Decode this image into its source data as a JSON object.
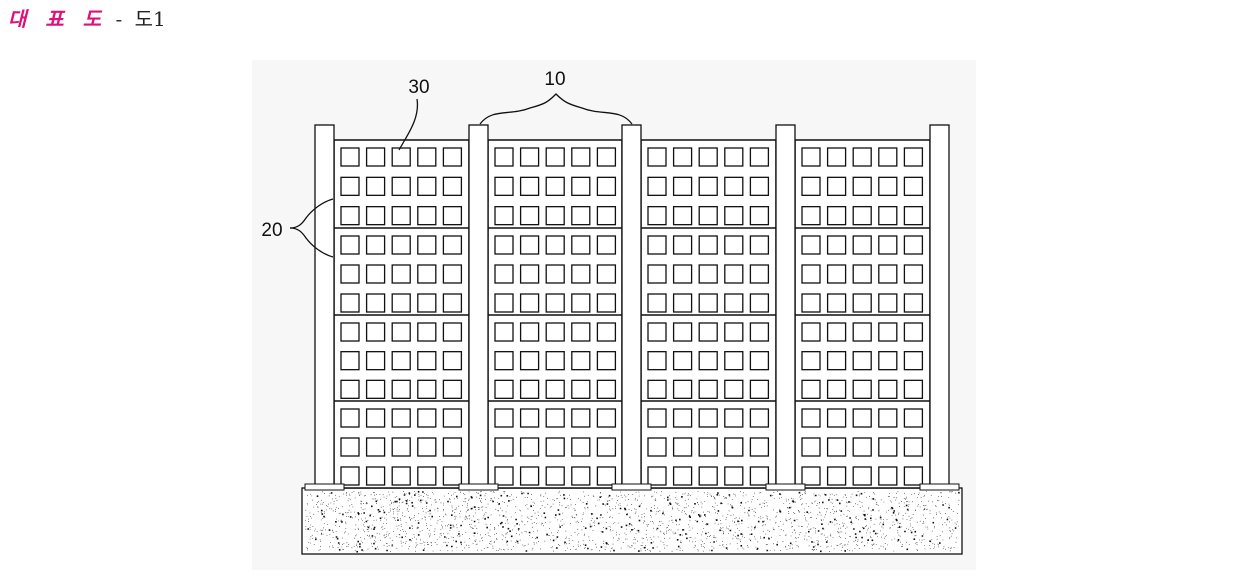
{
  "header": {
    "representative_label": "대 표 도",
    "separator": "-",
    "figure_number": "도1"
  },
  "figure": {
    "reference_numerals": {
      "panel": "10",
      "block_row": "20",
      "opening": "30"
    }
  }
}
